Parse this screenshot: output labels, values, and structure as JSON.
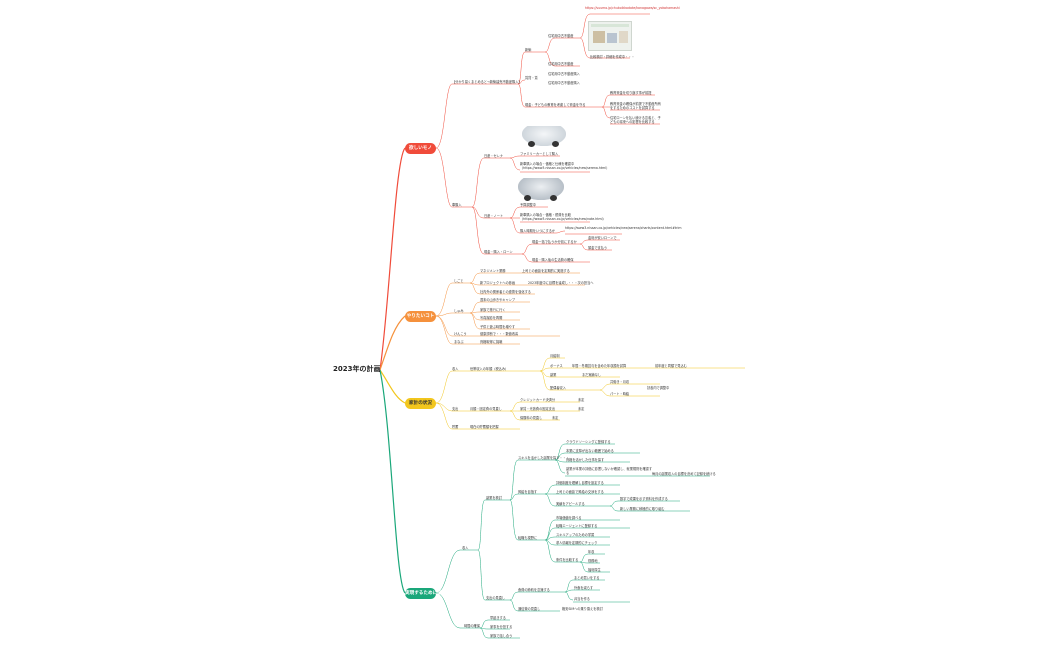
{
  "root": "2023年の計画",
  "colors": {
    "red": "#f04b3a",
    "orange": "#f5913c",
    "yellow": "#f2c61d",
    "green": "#1aa77a"
  },
  "hubs": {
    "h1": "欲しいモノ",
    "h2": "やりたいコト",
    "h3": "家計の状況",
    "h4": "実現するためには"
  },
  "want": {
    "a1": "【分かり易くまとめると→新築建売不動産購入】",
    "a1_1": "新築",
    "a1_1_1": "住宅用中古不動産",
    "a1_1_1_url": "https://suumo.jp/chukoikkodate/kanagawa/sc_yokohamashi",
    "a1_1_1_note": "比較検討・詳細を作成中・・・",
    "a1_1_2": "住宅用中古不動産",
    "a1_2": "賃貸・賃",
    "a1_2_1": "住宅用中古不動産購入",
    "a1_2_2": "住宅用中古不動産購入",
    "a1_3": "現金：子どもの教育を考慮して資金を守る",
    "a1_3_1": "教育資金を切り崩す事が前提",
    "a1_3_2": "教育資金の確保が前提で不動産所有をするためのコストを試算する",
    "a1_3_3": "住宅ローンを払い続ける意義と、子どもの将来への影響を比較する",
    "a2": "車購入",
    "a2_1": "日産・セレナ",
    "a2_1_1": "ファミリーカーとして購入",
    "a2_1_2": "新車購入の場合・価格と仕様を確認中（https://www3.nissan.co.jp/vehicles/new/serena.html）",
    "a2_2": "日産・ノート",
    "a2_2_1": "予算調整中",
    "a2_2_2": "新車購入の場合・価格・燃費を比較（https://www3.nissan.co.jp/vehicles/new/note.html）",
    "a2_2_3": "購入時期をいつにするか",
    "a2_2_3_url": "https://www3.nissan.co.jp/vehicles/new/serena/charts/content.html#trim",
    "a2_3": "現金・購入・ローン",
    "a2_3_1": "現金一括で払うか分割にするか",
    "a2_3_1a": "金利が安いローンで",
    "a2_3_1b": "頭金で支払う",
    "a2_3_2": "現金・購入後の生活費の確保"
  },
  "do": {
    "b1": "しごと",
    "b1_1": "マネジメント業務",
    "b1_1a": "上司との面談を定期的に実施する",
    "b1_2": "新プロジェクトへの参画",
    "b1_2a": "2023年度中に目標を達成し・・・次の担当へ",
    "b1_3": "社内外の関係者との連携を強化する",
    "b2": "しゅみ",
    "b2_1": "週末の山歩きやキャンプ",
    "b2_2": "家族で旅行に行く",
    "b2_3": "写真撮影を再開",
    "b2_4": "子供と遊ぶ時間を増やす",
    "b3": "けんこう",
    "b3_1": "健康診断で・・・数値改善",
    "b4": "まなぶ",
    "b4_1": "資格取得に挑戦"
  },
  "budget": {
    "c1": "収入",
    "c1_1": "世帯収入の年額（税込み）",
    "c1_1_1": "月給制",
    "c1_1_2": "ボーナス",
    "c1_1_2a": "年間・冬期賞与を含めた年収額を試算",
    "c1_1_2b": "前年度と同額で見込む",
    "c1_1_3": "副業",
    "c1_1_3a": "まだ実績なし",
    "c1_1_4": "配偶者収入",
    "c1_1_4a": "共働き・月収",
    "c1_1_4b": "パート・時給",
    "c1_1_4c": "扶養内で調整中",
    "c2": "支出",
    "c2_1": "月額・固定費の見直し",
    "c2_1_1": "クレジットカード決済分",
    "c2_1_1a": "未定",
    "c2_1_2": "家賃・光熱費の固定支出",
    "c2_1_2a": "未定",
    "c2_1_3": "保険料の見直し",
    "c2_1_3a": "未定",
    "c3": "貯蓄",
    "c3_1": "現在の貯蓄額を把握"
  },
  "realize": {
    "d1": "収入",
    "d1_1": "副業を検討",
    "d1_1_1": "スキルを活かした副業を探す・・・",
    "d1_1_1a": "クラウドソーシングに登録する",
    "d1_1_1b": "本業に支障が出ない範囲で始める",
    "d1_1_1c": "資格を活かした仕事を探す",
    "d1_1_1d": "副業が本業の評価に影響しないか確認し、就業規則を確認する",
    "d1_1_1e": "毎月の副業収入の目標を決めて記録を続ける",
    "d1_1_2": "昇給を目指す",
    "d1_1_2a": "評価制度を理解し目標を設定する",
    "d1_1_2b": "上司との面談で昇給の交渉をする",
    "d1_1_2c": "実績をアピールする",
    "d1_1_2c1": "数字で成果を示す資料を作成する",
    "d1_1_2c2": "新しい業務に積極的に取り組む",
    "d1_1_3": "転職も視野に",
    "d1_1_3a": "市場価値を調べる",
    "d1_1_3b": "転職エージェントに登録する",
    "d1_1_3c": "スキルアップのための学習",
    "d1_1_3d": "求人情報を定期的にチェック",
    "d1_1_3e": "条件を比較する",
    "d1_1_3e1": "年収",
    "d1_1_3e2": "勤務地",
    "d1_1_3e3": "福利厚生",
    "d1_2": "支出の見直し",
    "d1_2_1": "食費の節約を意識する",
    "d1_2_1a": "まとめ買いをする",
    "d1_2_1b": "外食を減らす",
    "d1_2_1c": "弁当を作る",
    "d1_2_2": "通信費の見直し",
    "d1_2_2a": "格安SIMへの乗り換えを検討",
    "d2": "時間の確保",
    "d2_1": "早起きする",
    "d2_2": "家事を分担する",
    "d2_3": "家族で話し合う"
  }
}
